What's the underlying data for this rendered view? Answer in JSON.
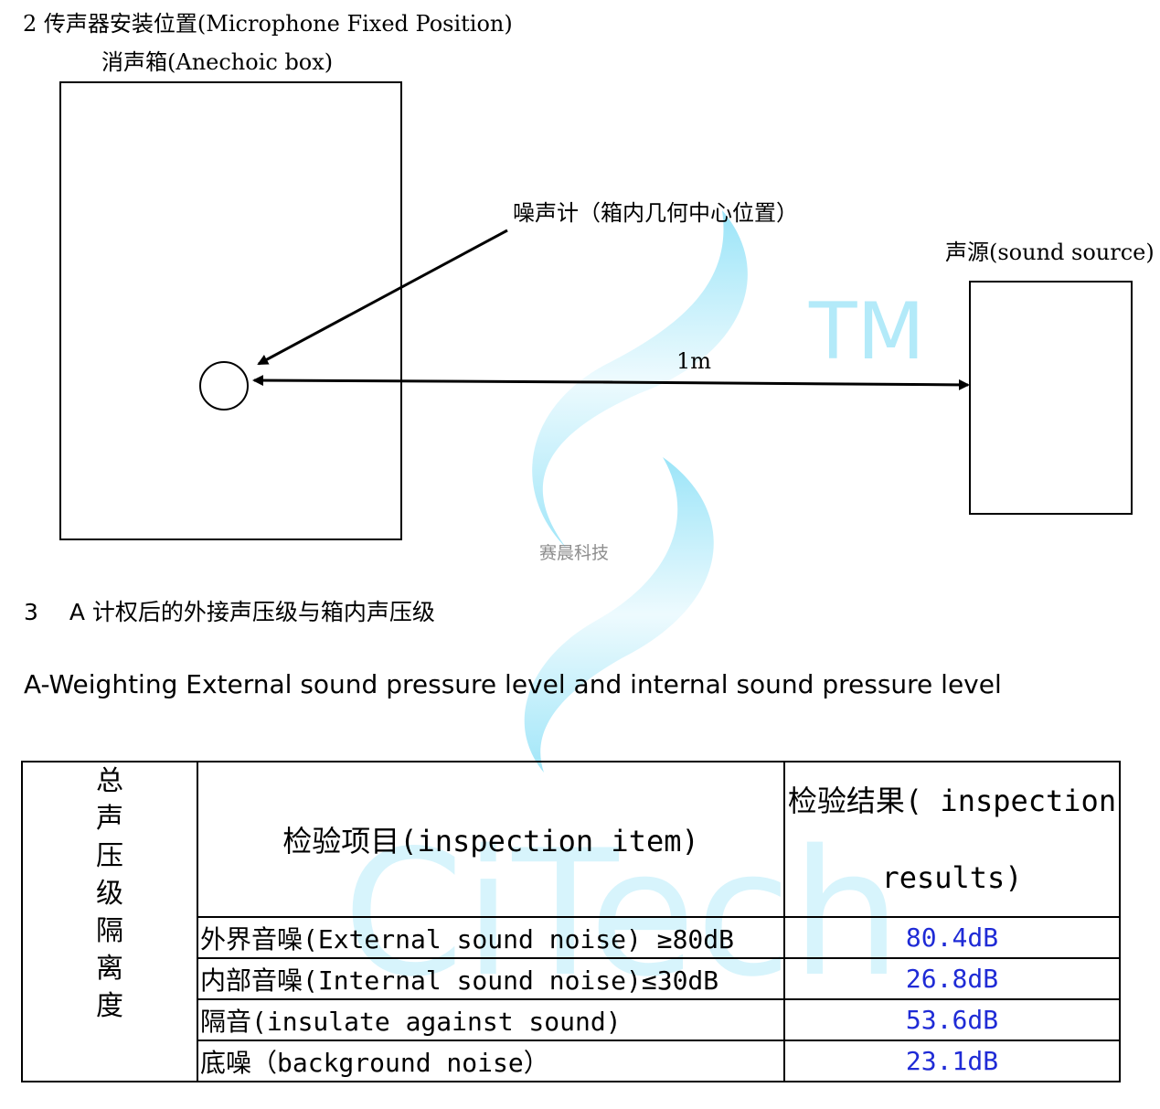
{
  "section2": {
    "number": "2",
    "title": "传声器安装位置(Microphone Fixed Position)"
  },
  "diagram": {
    "box_label": "消声箱(Anechoic box)",
    "meter_label": "噪声计（箱内几何中心位置）",
    "source_label": "声源(sound source)",
    "distance_label": "1m"
  },
  "watermark": {
    "tm": "TM",
    "brand": "CiTech",
    "chinese": "赛晨科技",
    "color": "#29c6f0"
  },
  "section3": {
    "number": "3",
    "title_cn": "A 计权后的外接声压级与箱内声压级",
    "title_en": "A-Weighting External sound pressure level and internal sound pressure level"
  },
  "table": {
    "side_label": [
      "总",
      "声",
      "压",
      "级",
      "隔",
      "离",
      "度"
    ],
    "header_item": "检验项目(inspection item)",
    "header_result_line1": "检验结果( inspection",
    "header_result_line2": "results)",
    "rows": [
      {
        "item": "外界音噪(External sound noise) ≥80dB",
        "value": "80.4dB"
      },
      {
        "item": "内部音噪(Internal sound noise)≤30dB",
        "value": "26.8dB"
      },
      {
        "item": "隔音(insulate against sound)",
        "value": "53.6dB"
      },
      {
        "item": "底噪（background noise）",
        "value": "23.1dB"
      }
    ],
    "value_color": "#1f2bd6"
  }
}
